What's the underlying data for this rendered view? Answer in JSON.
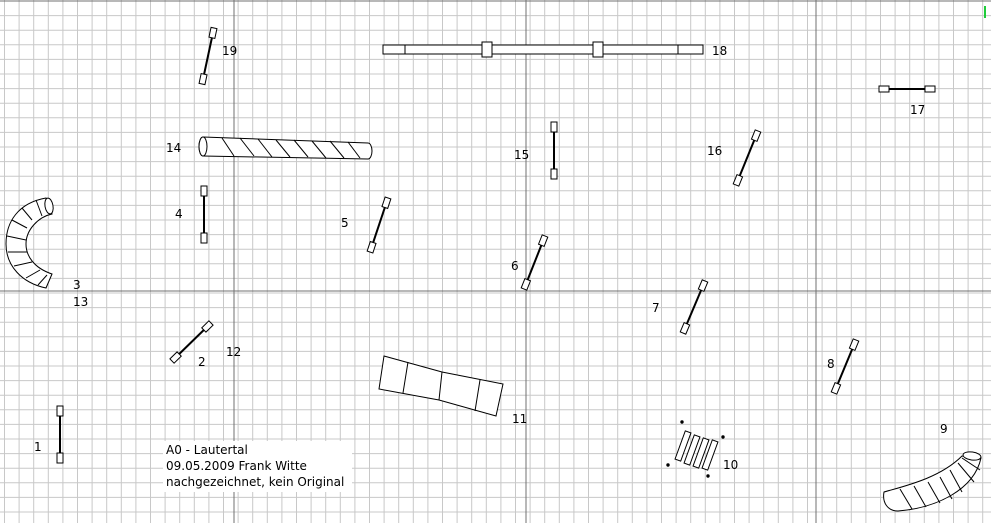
{
  "caption": {
    "line1": "A0 - Lautertal",
    "line2": "09.05.2009 Frank Witte",
    "line3": "nachgezeichnet, kein Original"
  },
  "labels": {
    "n1": "1",
    "n2": "2",
    "n3": "3",
    "n4": "4",
    "n5": "5",
    "n6": "6",
    "n7": "7",
    "n8": "8",
    "n9": "9",
    "n10": "10",
    "n11": "11",
    "n12": "12",
    "n13": "13",
    "n14": "14",
    "n15": "15",
    "n16": "16",
    "n17": "17",
    "n18": "18",
    "n19": "19"
  },
  "colors": {
    "grid": "#c8c8c8",
    "axis": "#707070",
    "obstacle": "#000000",
    "background": "#ffffff",
    "accent": "#1fcc3a"
  }
}
